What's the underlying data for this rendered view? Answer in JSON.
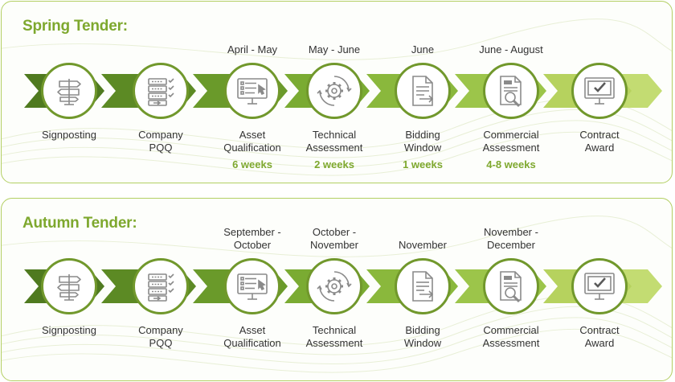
{
  "spring": {
    "title": "Spring Tender:",
    "steps": [
      {
        "label": [
          "Signposting"
        ],
        "date": [],
        "duration": "",
        "icon": "signpost-icon"
      },
      {
        "label": [
          "Company",
          "PQQ"
        ],
        "date": [],
        "duration": "",
        "icon": "server-checklist-icon"
      },
      {
        "label": [
          "Asset",
          "Qualification"
        ],
        "date": [
          "April - May"
        ],
        "duration": "6 weeks",
        "icon": "monitor-list-icon"
      },
      {
        "label": [
          "Technical",
          "Assessment"
        ],
        "date": [
          "May - June"
        ],
        "duration": "2 weeks",
        "icon": "gear-cycle-icon"
      },
      {
        "label": [
          "Bidding",
          "Window"
        ],
        "date": [
          "June"
        ],
        "duration": "1 weeks",
        "icon": "document-arrow-icon"
      },
      {
        "label": [
          "Commercial",
          "Assessment"
        ],
        "date": [
          "June - August"
        ],
        "duration": "4-8 weeks",
        "icon": "document-magnifier-icon"
      },
      {
        "label": [
          "Contract",
          "Award"
        ],
        "date": [],
        "duration": "",
        "icon": "monitor-check-icon"
      }
    ]
  },
  "autumn": {
    "title": "Autumn Tender:",
    "steps": [
      {
        "label": [
          "Signposting"
        ],
        "date": [],
        "duration": "",
        "icon": "signpost-icon"
      },
      {
        "label": [
          "Company",
          "PQQ"
        ],
        "date": [],
        "duration": "",
        "icon": "server-checklist-icon"
      },
      {
        "label": [
          "Asset",
          "Qualification"
        ],
        "date": [
          "September -",
          "October"
        ],
        "duration": "",
        "icon": "monitor-list-icon"
      },
      {
        "label": [
          "Technical",
          "Assessment"
        ],
        "date": [
          "October -",
          "November"
        ],
        "duration": "",
        "icon": "gear-cycle-icon"
      },
      {
        "label": [
          "Bidding",
          "Window"
        ],
        "date": [
          "November"
        ],
        "duration": "",
        "icon": "document-arrow-icon"
      },
      {
        "label": [
          "Commercial",
          "Assessment"
        ],
        "date": [
          "November -",
          "December"
        ],
        "duration": "",
        "icon": "document-magnifier-icon"
      },
      {
        "label": [
          "Contract",
          "Award"
        ],
        "date": [],
        "duration": "",
        "icon": "monitor-check-icon"
      }
    ]
  },
  "colors": {
    "accent": "#7ea82e",
    "dark": "#4f7a1f",
    "light": "#b6d25e",
    "circle_border": "#71982c",
    "icon": "#8a8a8a"
  }
}
